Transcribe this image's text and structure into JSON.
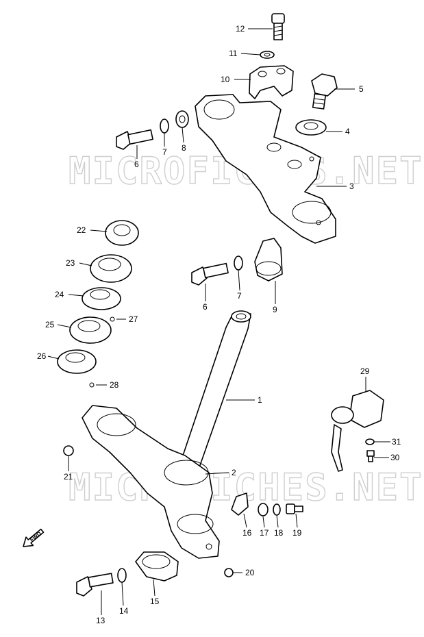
{
  "watermark": "MICROFICHES.NET",
  "direction_marker": "FWD",
  "callouts": [
    "1",
    "2",
    "3",
    "4",
    "5",
    "6",
    "6",
    "7",
    "7",
    "8",
    "9",
    "10",
    "11",
    "12",
    "13",
    "14",
    "15",
    "16",
    "17",
    "18",
    "19",
    "20",
    "21",
    "22",
    "23",
    "24",
    "25",
    "26",
    "27",
    "28",
    "29",
    "30",
    "31"
  ]
}
